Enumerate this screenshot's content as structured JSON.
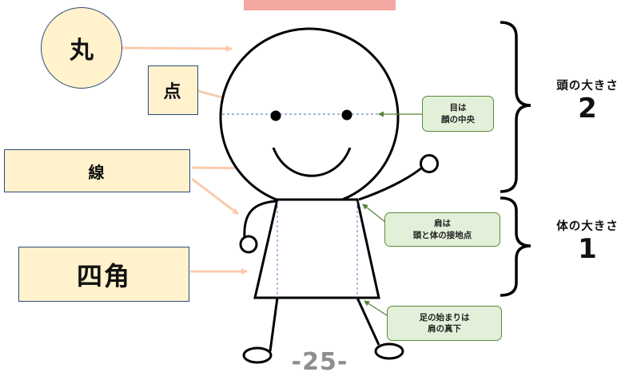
{
  "labels": {
    "circle": "丸",
    "dot": "点",
    "line": "線",
    "square": "四角"
  },
  "notes": {
    "eyes": [
      "目は",
      "顔の中央"
    ],
    "shoulder": [
      "肩は",
      "頭と体の接地点"
    ],
    "feet": [
      "足の始まりは",
      "肩の真下"
    ]
  },
  "proportions": {
    "head": {
      "label": "頭の大きさ",
      "value": "2"
    },
    "body": {
      "label": "体の大きさ",
      "value": "1"
    }
  },
  "page_number": "-25-",
  "colors": {
    "label_fill": "#fff2cc",
    "label_border": "#2e4a7a",
    "arrow": "#f8cbad",
    "note_fill": "#e2f0d9",
    "note_arrow": "#548235",
    "top_bar": "#f4a6a0",
    "guide": "#4472c4"
  }
}
